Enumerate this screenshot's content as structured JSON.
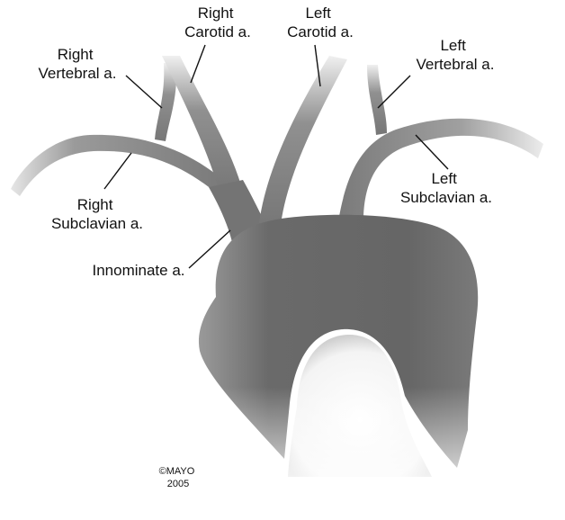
{
  "labels": {
    "right_vertebral": [
      "Right",
      "Vertebral a."
    ],
    "right_carotid": [
      "Right",
      "Carotid a."
    ],
    "left_carotid": [
      "Left",
      "Carotid a."
    ],
    "left_vertebral": [
      "Left",
      "Vertebral a."
    ],
    "right_subclavian": [
      "Right",
      "Subclavian a."
    ],
    "left_subclavian": [
      "Left",
      "Subclavian a."
    ],
    "innominate": "Innominate a."
  },
  "copyright": [
    "©MAYO",
    "2005"
  ],
  "colors": {
    "vessel_dark": "#6e6e6e",
    "vessel_mid": "#8a8a8a",
    "vessel_light": "#d4d4d4",
    "text": "#111111",
    "background": "#ffffff"
  }
}
